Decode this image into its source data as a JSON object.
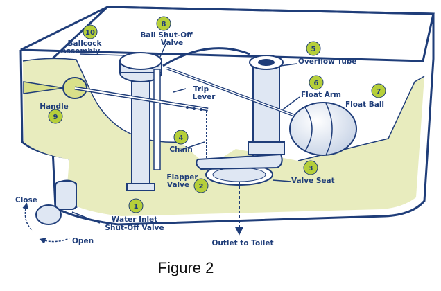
{
  "diagram": {
    "caption": "Figure 2",
    "colors": {
      "outline": "#1f3d79",
      "water": "#e8ecbe",
      "badge": "#b6cf3a",
      "part_fill": "#dfe7f3"
    },
    "parts": [
      {
        "number": "1",
        "line1": "Water Inlet",
        "line2": "Shut-Off Valve"
      },
      {
        "number": "2",
        "line1": "Flapper",
        "line2": "Valve"
      },
      {
        "number": "3",
        "line1": "Valve Seat",
        "line2": ""
      },
      {
        "number": "4",
        "line1": "Chain",
        "line2": ""
      },
      {
        "number": "5",
        "line1": "Overflow Tube",
        "line2": ""
      },
      {
        "number": "6",
        "line1": "Float Arm",
        "line2": ""
      },
      {
        "number": "7",
        "line1": "Float Ball",
        "line2": ""
      },
      {
        "number": "8",
        "line1": "Ball Shut-Off",
        "line2": "Valve"
      },
      {
        "number": "9",
        "line1": "Handle",
        "line2": ""
      },
      {
        "number": "10",
        "line1": "Ballcock",
        "line2": "Assembly"
      }
    ],
    "extra_labels": {
      "trip_lever_line1": "Trip",
      "trip_lever_line2": "Lever",
      "close": "Close",
      "open": "Open",
      "outlet": "Outlet to Toilet"
    }
  }
}
